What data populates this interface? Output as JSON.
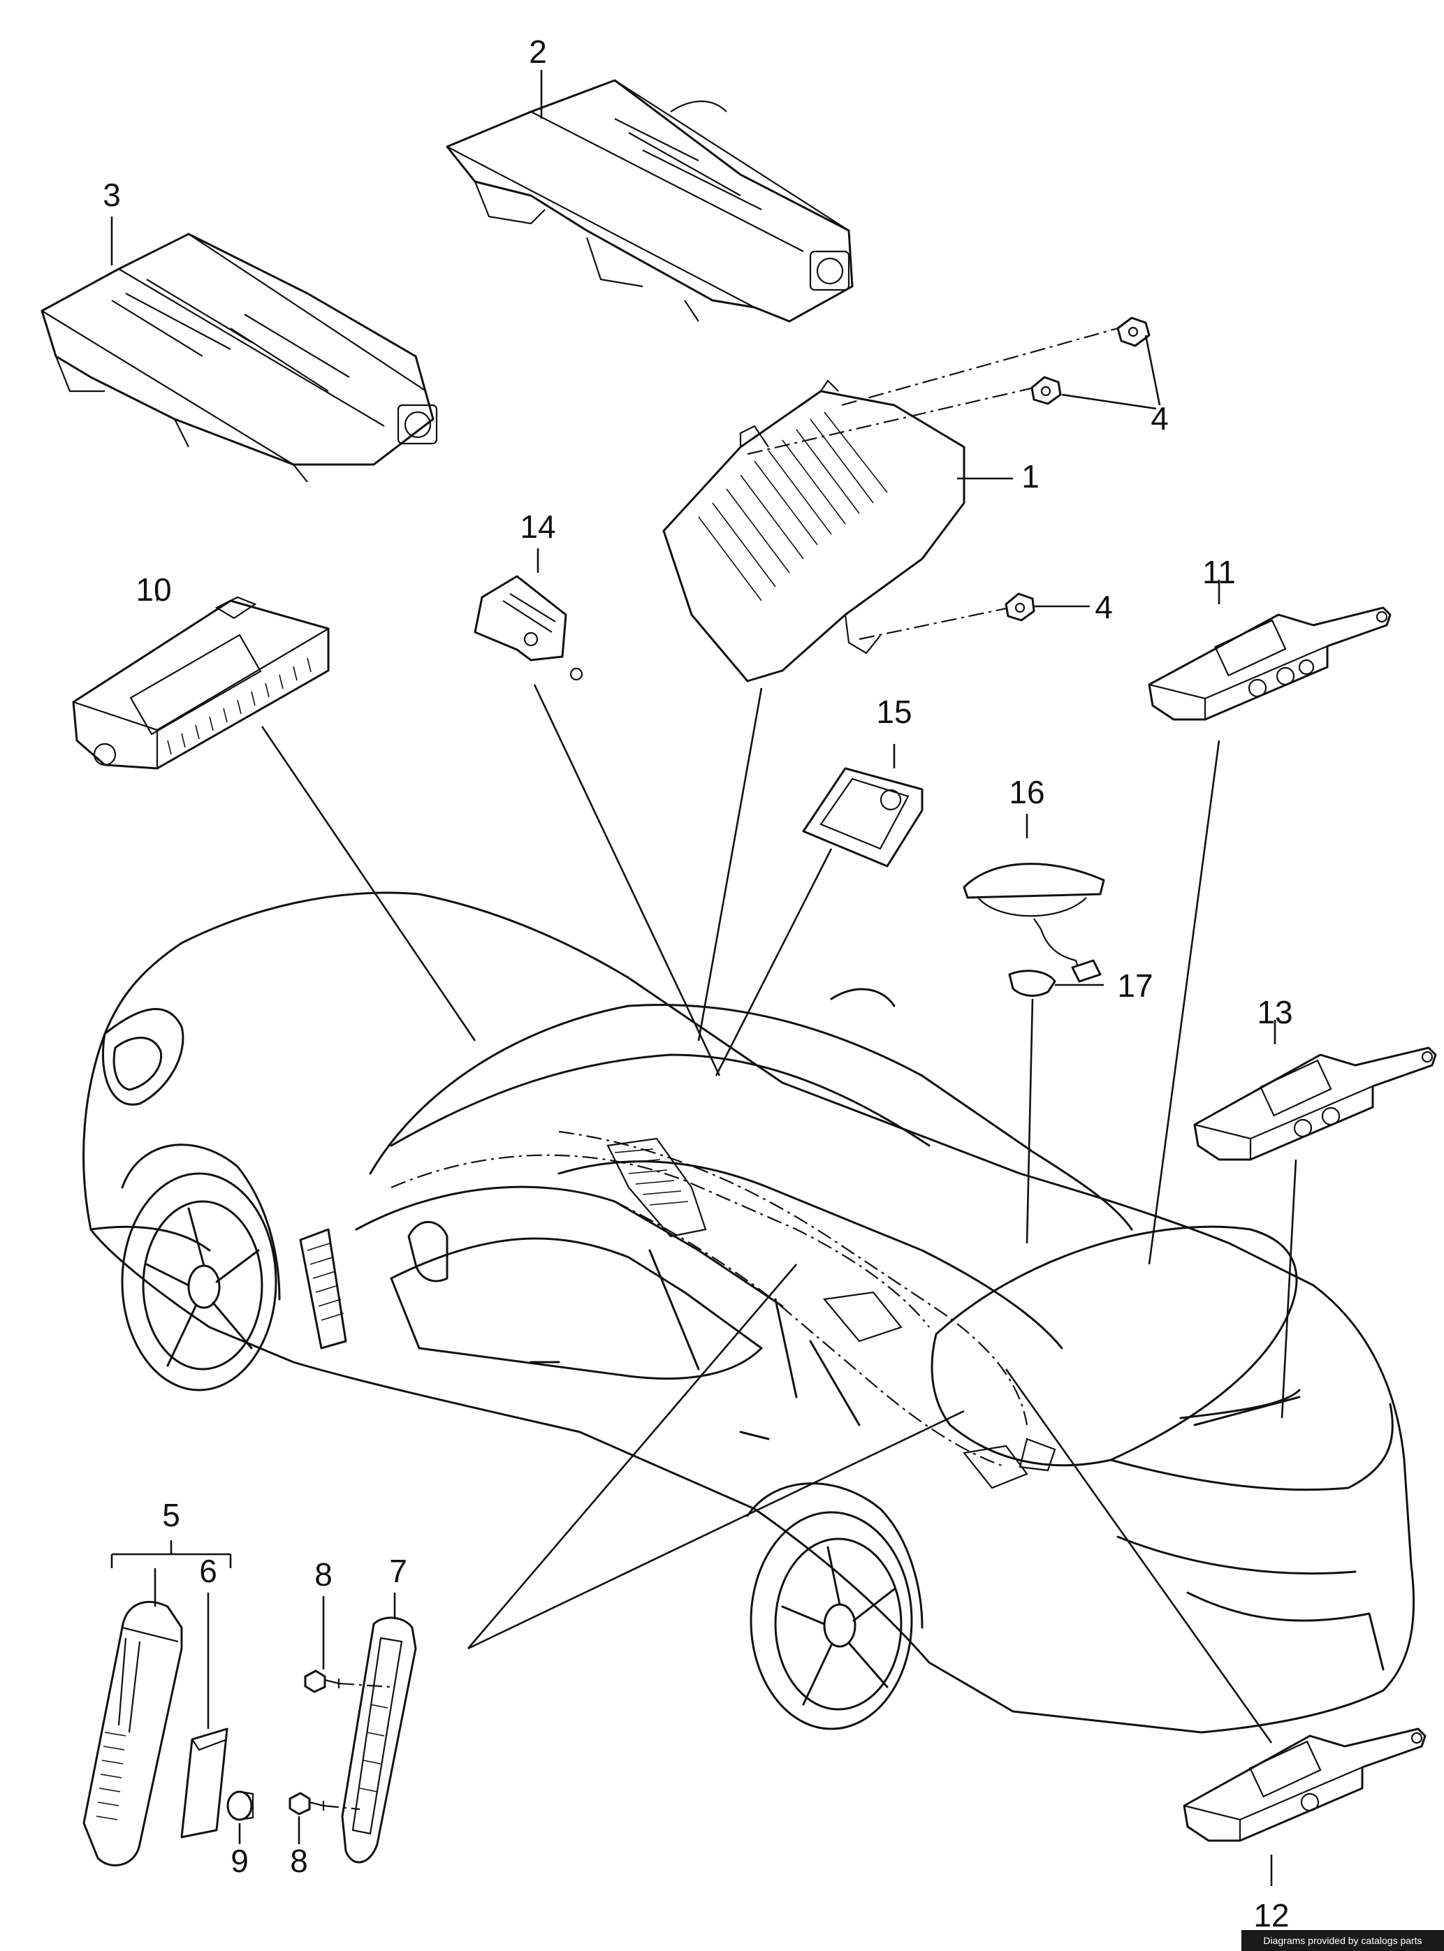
{
  "callouts": [
    {
      "id": "1",
      "label": "1"
    },
    {
      "id": "2",
      "label": "2"
    },
    {
      "id": "3",
      "label": "3"
    },
    {
      "id": "4a",
      "label": "4"
    },
    {
      "id": "4b",
      "label": "4"
    },
    {
      "id": "5",
      "label": "5"
    },
    {
      "id": "6",
      "label": "6"
    },
    {
      "id": "7",
      "label": "7"
    },
    {
      "id": "8a",
      "label": "8"
    },
    {
      "id": "8b",
      "label": "8"
    },
    {
      "id": "9",
      "label": "9"
    },
    {
      "id": "10",
      "label": "10"
    },
    {
      "id": "11",
      "label": "11"
    },
    {
      "id": "12",
      "label": "12"
    },
    {
      "id": "13",
      "label": "13"
    },
    {
      "id": "14",
      "label": "14"
    },
    {
      "id": "15",
      "label": "15"
    },
    {
      "id": "16",
      "label": "16"
    },
    {
      "id": "17",
      "label": "17"
    }
  ],
  "footer": {
    "credit": "Diagrams provided by catalogs parts"
  }
}
